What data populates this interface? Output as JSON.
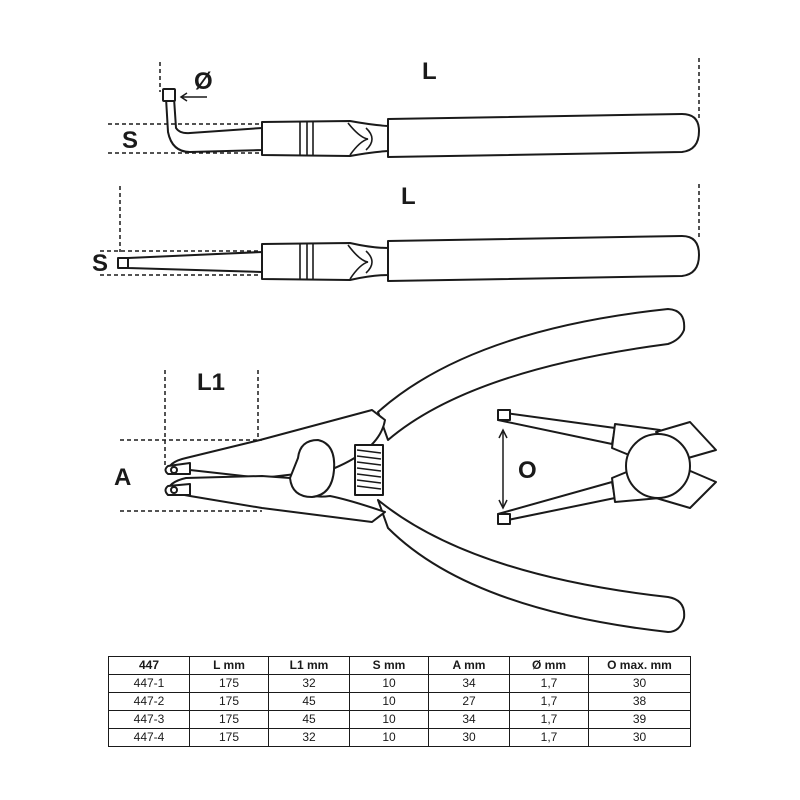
{
  "labels": {
    "top_length": "L",
    "top_diameter": "Ø",
    "top_shank": "S",
    "mid_length": "L",
    "mid_shank": "S",
    "tip_length": "L1",
    "tip_spread": "A",
    "opening": "O"
  },
  "table": {
    "headers": [
      "447",
      "L  mm",
      "L1  mm",
      "S  mm",
      "A  mm",
      "Ø  mm",
      "O  max.  mm"
    ],
    "rows": [
      [
        "447-1",
        "175",
        "32",
        "10",
        "34",
        "1,7",
        "30"
      ],
      [
        "447-2",
        "175",
        "45",
        "10",
        "27",
        "1,7",
        "38"
      ],
      [
        "447-3",
        "175",
        "45",
        "10",
        "34",
        "1,7",
        "39"
      ],
      [
        "447-4",
        "175",
        "32",
        "10",
        "30",
        "1,7",
        "30"
      ]
    ]
  }
}
